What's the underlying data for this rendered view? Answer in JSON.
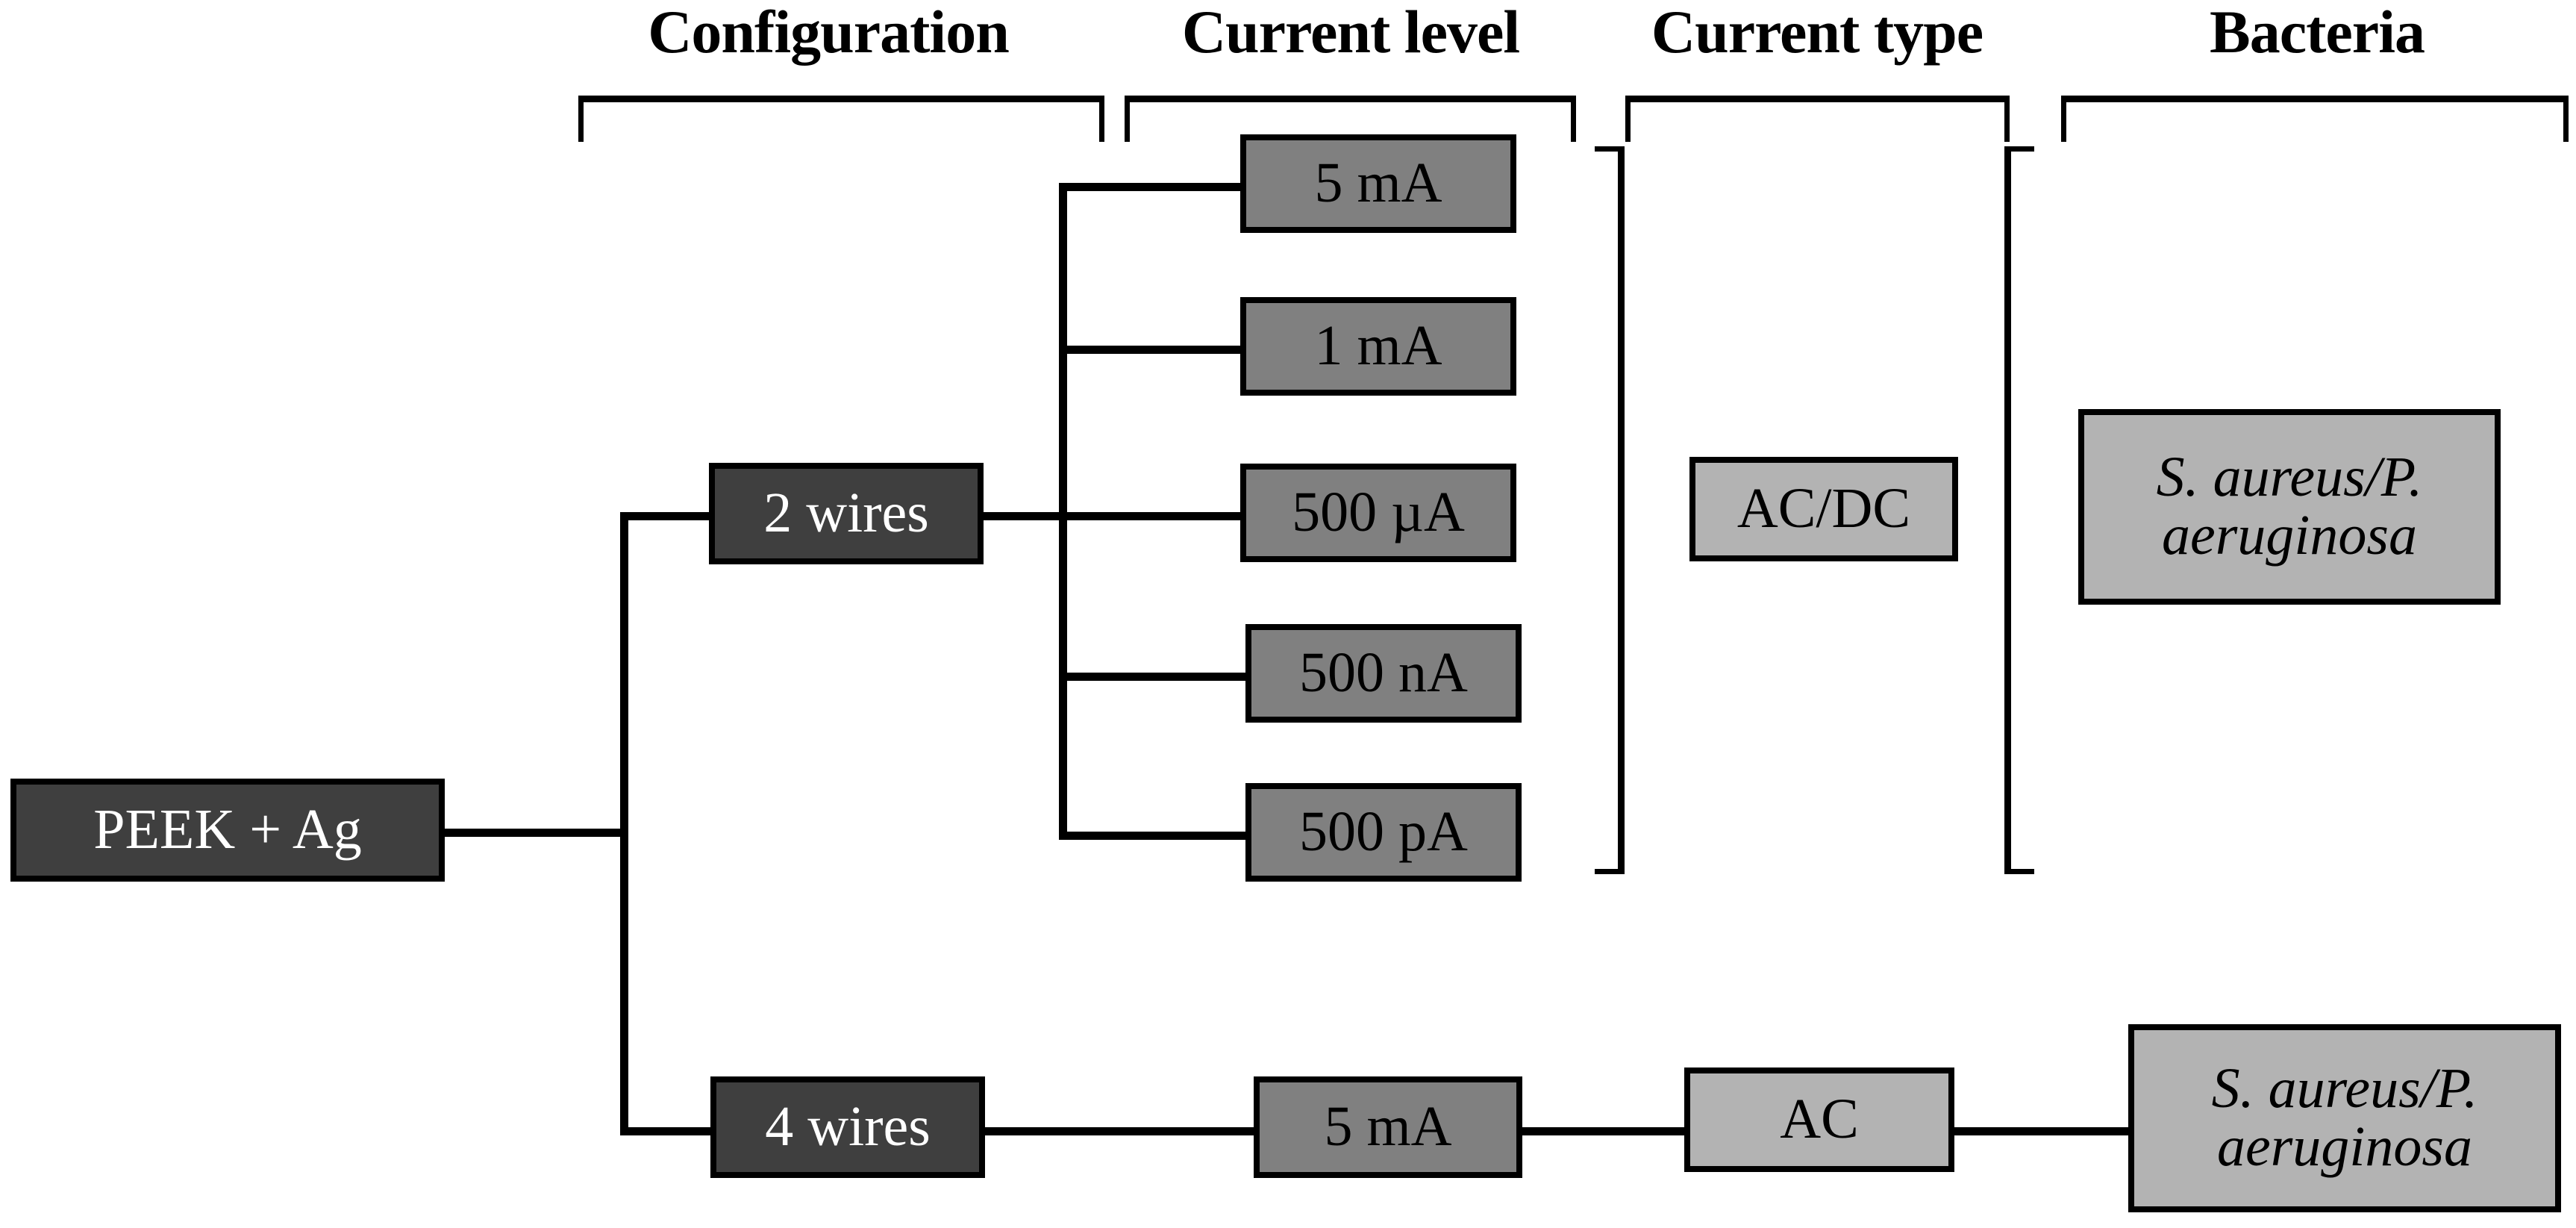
{
  "figure": {
    "type": "tree-diagram",
    "root": "PEEK + Ag",
    "background": "#ffffff",
    "palette": {
      "dark": "#3f3f3f",
      "mid": "#808080",
      "light": "#b3b3b3",
      "line": "#000000",
      "text_on_dark": "#ffffff",
      "text_on_light": "#000000"
    }
  },
  "headers": [
    {
      "label": "Configuration"
    },
    {
      "label": "Current level"
    },
    {
      "label": "Current type"
    },
    {
      "label": "Bacteria"
    }
  ],
  "nodes": {
    "root": {
      "label": "PEEK + Ag",
      "shade": "dark"
    },
    "config_2_wires": {
      "label": "2 wires",
      "shade": "dark"
    },
    "config_4_wires": {
      "label": "4 wires",
      "shade": "dark"
    },
    "level_5mA": {
      "label": "5 mA",
      "shade": "mid"
    },
    "level_1mA": {
      "label": "1 mA",
      "shade": "mid"
    },
    "level_500uA": {
      "label": "500 µA",
      "shade": "mid"
    },
    "level_500nA": {
      "label": "500 nA",
      "shade": "mid"
    },
    "level_500pA": {
      "label": "500 pA",
      "shade": "mid"
    },
    "level_5mA_bottom": {
      "label": "5 mA",
      "shade": "mid"
    },
    "type_acdc": {
      "label": "AC/DC",
      "shade": "light"
    },
    "type_ac": {
      "label": "AC",
      "shade": "light"
    },
    "bacteria_top_line1": {
      "label": "S. aureus/P.",
      "shade": "light"
    },
    "bacteria_top_line2": {
      "label": "aeruginosa",
      "shade": "light"
    },
    "bacteria_bottom_line1": {
      "label": "S. aureus/P.",
      "shade": "light"
    },
    "bacteria_bottom_line2": {
      "label": "aeruginosa",
      "shade": "light"
    }
  },
  "branches": {
    "two_wire_levels": [
      "5 mA",
      "1 mA",
      "500 µA",
      "500 nA",
      "500 pA"
    ],
    "four_wire_levels": [
      "5 mA"
    ]
  }
}
